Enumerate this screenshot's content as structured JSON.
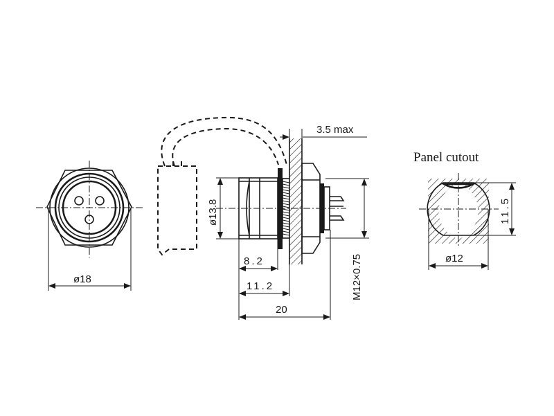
{
  "labels": {
    "front_diameter": "ø18",
    "body_diameter": "ø13.8",
    "length_body": "8.2",
    "length_panel": "11.2",
    "length_total": "20",
    "thread": "M12×0.75",
    "panel_thickness": "3.5 max",
    "cutout_title": "Panel cutout",
    "cutout_diameter": "ø12",
    "cutout_flat": "11.5"
  }
}
